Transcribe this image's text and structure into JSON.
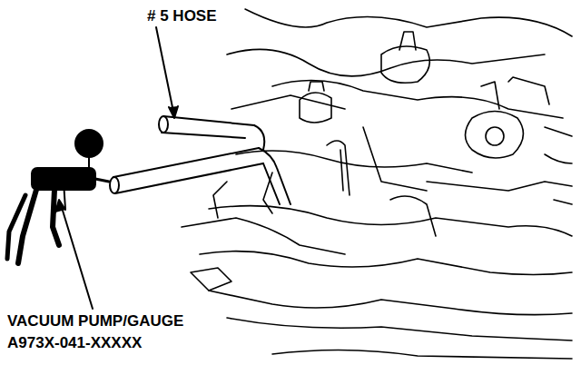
{
  "diagram": {
    "labels": [
      "# 5 HOSE",
      "VACUUM PUMP/GAUGE",
      "A973X-041-XXXXX"
    ]
  }
}
